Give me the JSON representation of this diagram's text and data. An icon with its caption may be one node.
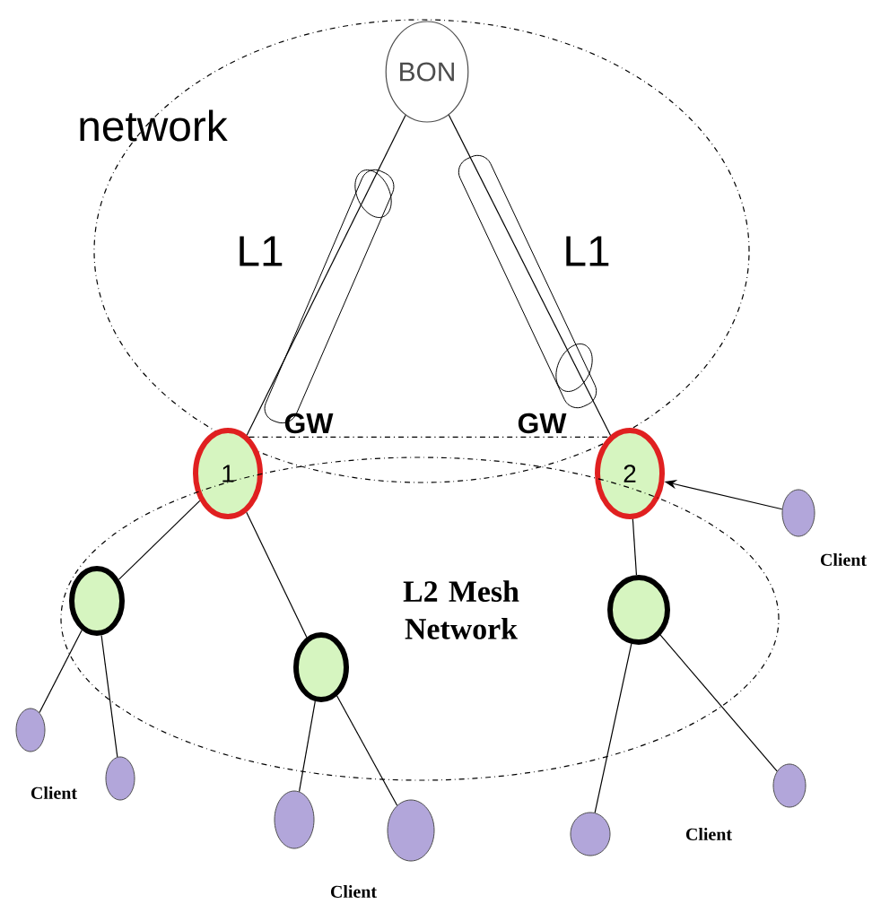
{
  "diagram": {
    "nodes": [
      {
        "text": [
          "network"
        ]
      },
      {
        "text": [
          "BON"
        ],
        "in": 0
      },
      {
        "text": [
          "1"
        ],
        "beside": [
          "GW"
        ]
      },
      {
        "text": [
          "2"
        ],
        "beside": [
          "GW"
        ]
      },
      {
        "text": [
          "L2 Mesh Network"
        ]
      },
      {
        "text": [],
        "shape": "circle",
        "in": 4
      },
      {
        "text": [],
        "shape": "circle",
        "in": 4
      },
      {
        "text": [],
        "shape": "circle",
        "in": 4
      },
      {
        "text": [],
        "shape": "circle"
      },
      {
        "text": [],
        "shape": "circle"
      },
      {
        "text": [],
        "shape": "circle"
      },
      {
        "text": [],
        "shape": "circle"
      },
      {
        "text": [],
        "shape": "circle"
      },
      {
        "text": [],
        "shape": "circle"
      },
      {
        "text": [],
        "shape": "circle"
      }
    ],
    "edges": [
      {
        "from": 1,
        "to": 2,
        "arrow": "none"
      },
      {
        "from": 1,
        "to": 3,
        "arrow": "none"
      },
      {
        "from": 2,
        "to": 5,
        "arrow": "none"
      },
      {
        "from": 2,
        "to": 6,
        "arrow": "none"
      },
      {
        "from": 5,
        "to": 8,
        "arrow": "none"
      },
      {
        "from": 5,
        "to": 9,
        "arrow": "none"
      },
      {
        "from": 6,
        "to": 10,
        "arrow": "none"
      },
      {
        "from": 6,
        "to": 11,
        "arrow": "none"
      },
      {
        "from": 3,
        "to": 7,
        "arrow": "none"
      },
      {
        "from": 7,
        "to": 12,
        "arrow": "none"
      },
      {
        "from": 7,
        "to": 13,
        "arrow": "none"
      },
      {
        "from": 14,
        "to": 3,
        "arrow": "to"
      },
      {
        "from": 2,
        "to": 3,
        "arrow": "none",
        "style": "dashed"
      }
    ],
    "labels": [
      "L1",
      "L1",
      "Client",
      "Client",
      "Client",
      "Client"
    ]
  }
}
